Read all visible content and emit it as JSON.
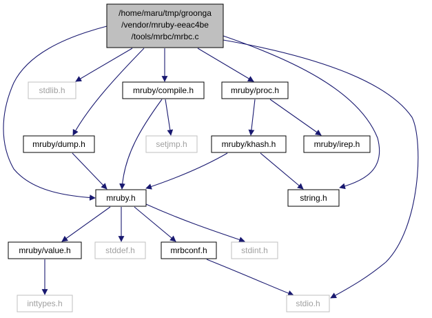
{
  "root": {
    "lines": [
      "/home/maru/tmp/groonga",
      "/vendor/mruby-eeac4be",
      "/tools/mrbc/mrbc.c"
    ],
    "fill": "#bfbfbf"
  },
  "nodes": {
    "stdlib": {
      "label": "stdlib.h",
      "missing": true
    },
    "compile": {
      "label": "mruby/compile.h",
      "missing": false
    },
    "proc": {
      "label": "mruby/proc.h",
      "missing": false
    },
    "dump": {
      "label": "mruby/dump.h",
      "missing": false
    },
    "setjmp": {
      "label": "setjmp.h",
      "missing": true
    },
    "khash": {
      "label": "mruby/khash.h",
      "missing": false
    },
    "irep": {
      "label": "mruby/irep.h",
      "missing": false
    },
    "mruby": {
      "label": "mruby.h",
      "missing": false
    },
    "string": {
      "label": "string.h",
      "missing": false
    },
    "value": {
      "label": "mruby/value.h",
      "missing": false
    },
    "stddef": {
      "label": "stddef.h",
      "missing": true
    },
    "mrbconf": {
      "label": "mrbconf.h",
      "missing": false
    },
    "stdint": {
      "label": "stdint.h",
      "missing": true
    },
    "inttypes": {
      "label": "inttypes.h",
      "missing": true
    },
    "stdio": {
      "label": "stdio.h",
      "missing": true
    }
  },
  "edges": [
    [
      "root",
      "stdlib"
    ],
    [
      "root",
      "compile"
    ],
    [
      "root",
      "proc"
    ],
    [
      "root",
      "dump"
    ],
    [
      "root",
      "mruby"
    ],
    [
      "root",
      "string"
    ],
    [
      "root",
      "stdio"
    ],
    [
      "compile",
      "setjmp"
    ],
    [
      "compile",
      "mruby"
    ],
    [
      "proc",
      "khash"
    ],
    [
      "proc",
      "irep"
    ],
    [
      "dump",
      "mruby"
    ],
    [
      "khash",
      "mruby"
    ],
    [
      "khash",
      "string"
    ],
    [
      "mruby",
      "value"
    ],
    [
      "mruby",
      "stddef"
    ],
    [
      "mruby",
      "mrbconf"
    ],
    [
      "mruby",
      "stdint"
    ],
    [
      "value",
      "inttypes"
    ],
    [
      "mrbconf",
      "stdio"
    ]
  ],
  "colors": {
    "edge": "#191970",
    "box_border": "#000000",
    "missing_border": "#bfbfbf",
    "missing_text": "#a0a0a0",
    "text": "#000000"
  }
}
